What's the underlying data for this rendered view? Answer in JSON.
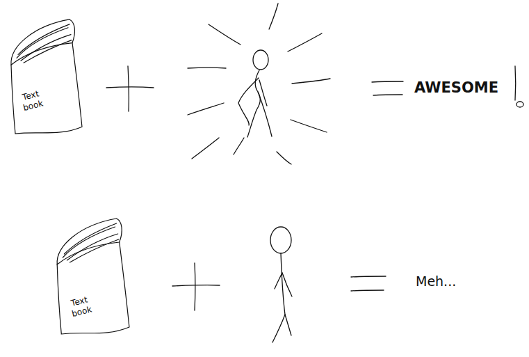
{
  "diagram": {
    "nodes": [
      {
        "text": [
          "Text book"
        ]
      },
      {
        "text": [
          "Text book"
        ]
      }
    ],
    "labels": [
      "AWESOME",
      "Meh..."
    ]
  }
}
